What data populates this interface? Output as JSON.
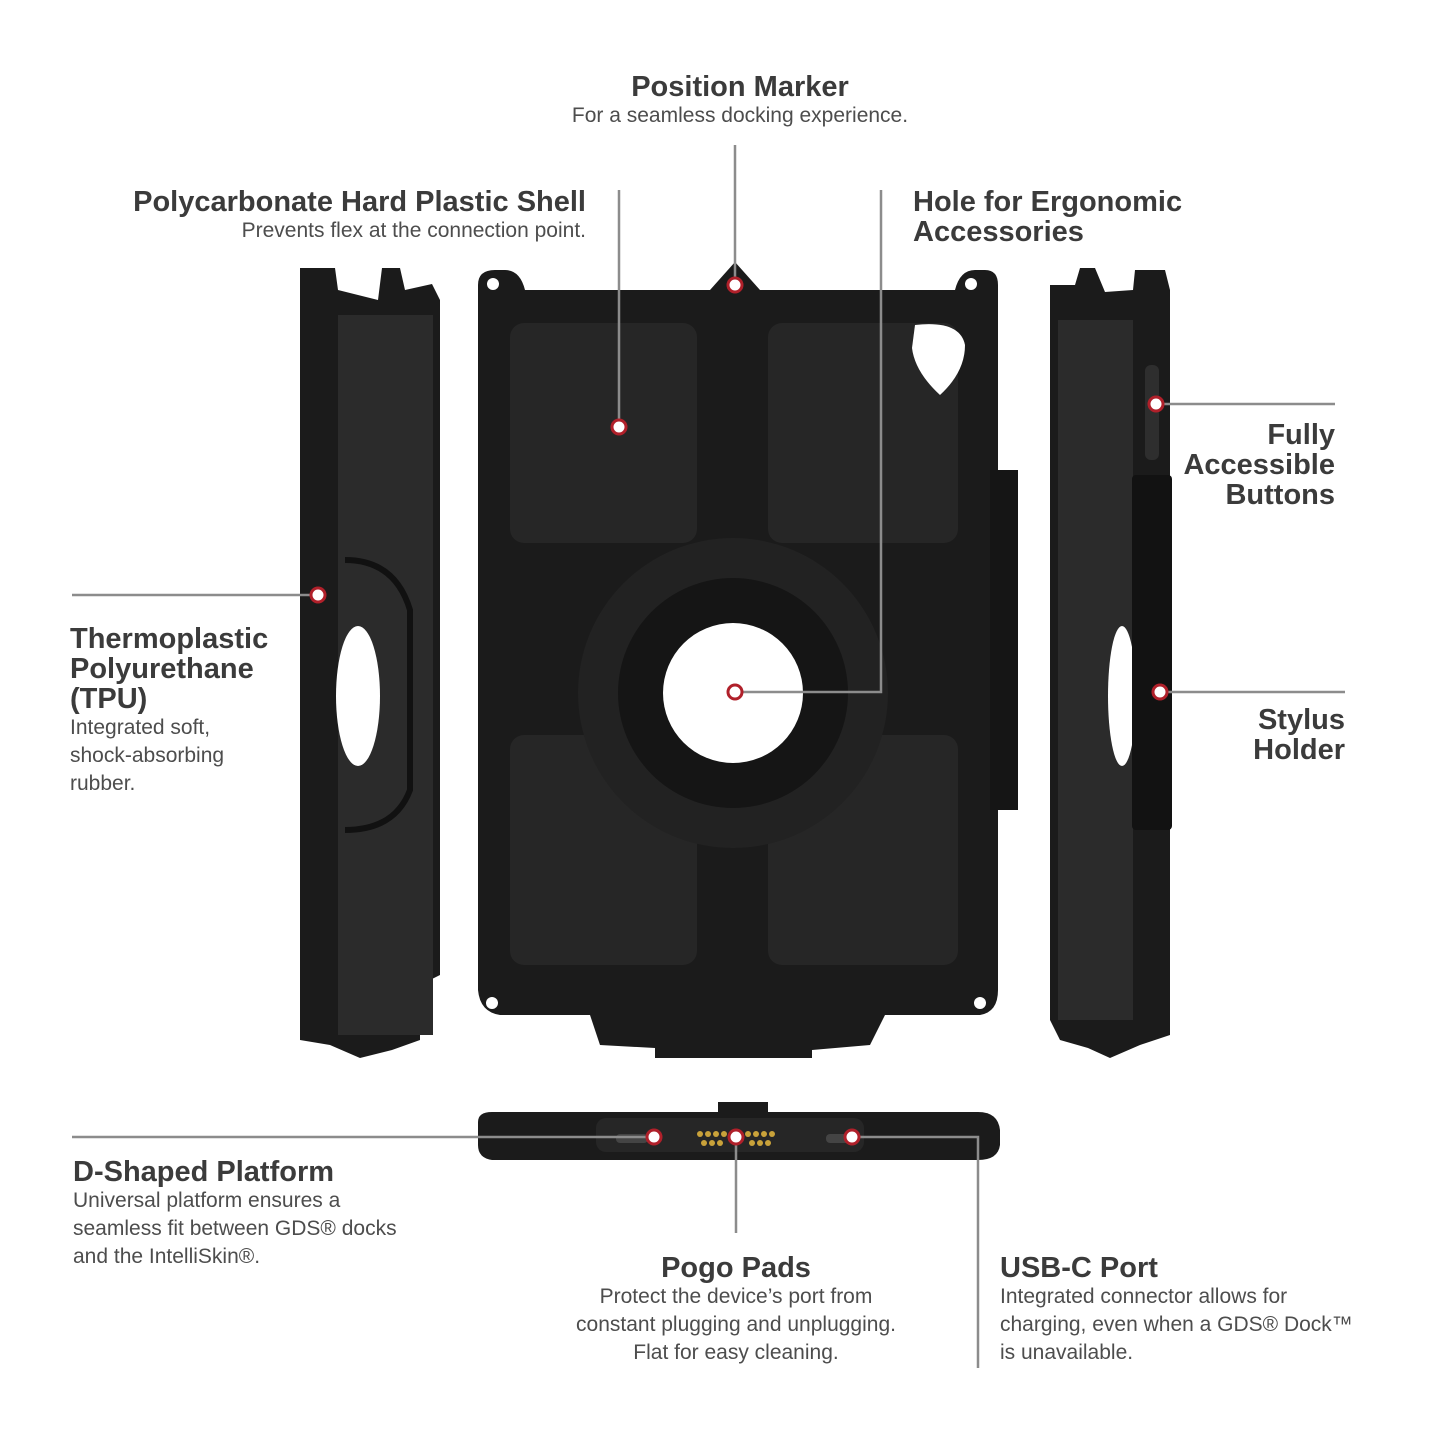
{
  "callouts": {
    "position_marker": {
      "title": "Position Marker",
      "desc": "For a seamless docking experience."
    },
    "shell": {
      "title": "Polycarbonate Hard Plastic Shell",
      "desc": "Prevents flex at the connection point."
    },
    "hole": {
      "title_line1": "Hole for Ergonomic",
      "title_line2": "Accessories"
    },
    "buttons": {
      "line1": "Fully",
      "line2": "Accessible",
      "line3": "Buttons"
    },
    "stylus": {
      "line1": "Stylus",
      "line2": "Holder"
    },
    "tpu": {
      "title_line1": "Thermoplastic",
      "title_line2": "Polyurethane",
      "title_line3": "(TPU)",
      "desc_line1": "Integrated soft,",
      "desc_line2": "shock-absorbing",
      "desc_line3": "rubber."
    },
    "platform": {
      "title": "D-Shaped Platform",
      "desc_line1": "Universal platform ensures a",
      "desc_line2": "seamless fit between GDS® docks",
      "desc_line3": "and the IntelliSkin®."
    },
    "pogo": {
      "title": "Pogo Pads",
      "desc_line1": "Protect the device’s port from",
      "desc_line2": "constant plugging and unplugging.",
      "desc_line3": "Flat for easy cleaning."
    },
    "usbc": {
      "title": "USB-C Port",
      "desc_line1": "Integrated connector allows for",
      "desc_line2": "charging, even when a GDS® Dock™",
      "desc_line3": "is unavailable."
    }
  },
  "colors": {
    "case": "#1b1b1b",
    "case_edge": "#2a2a2a",
    "leader": "#8c8c8c",
    "dot": "#b0202a",
    "pogo": "#c9a23a"
  }
}
